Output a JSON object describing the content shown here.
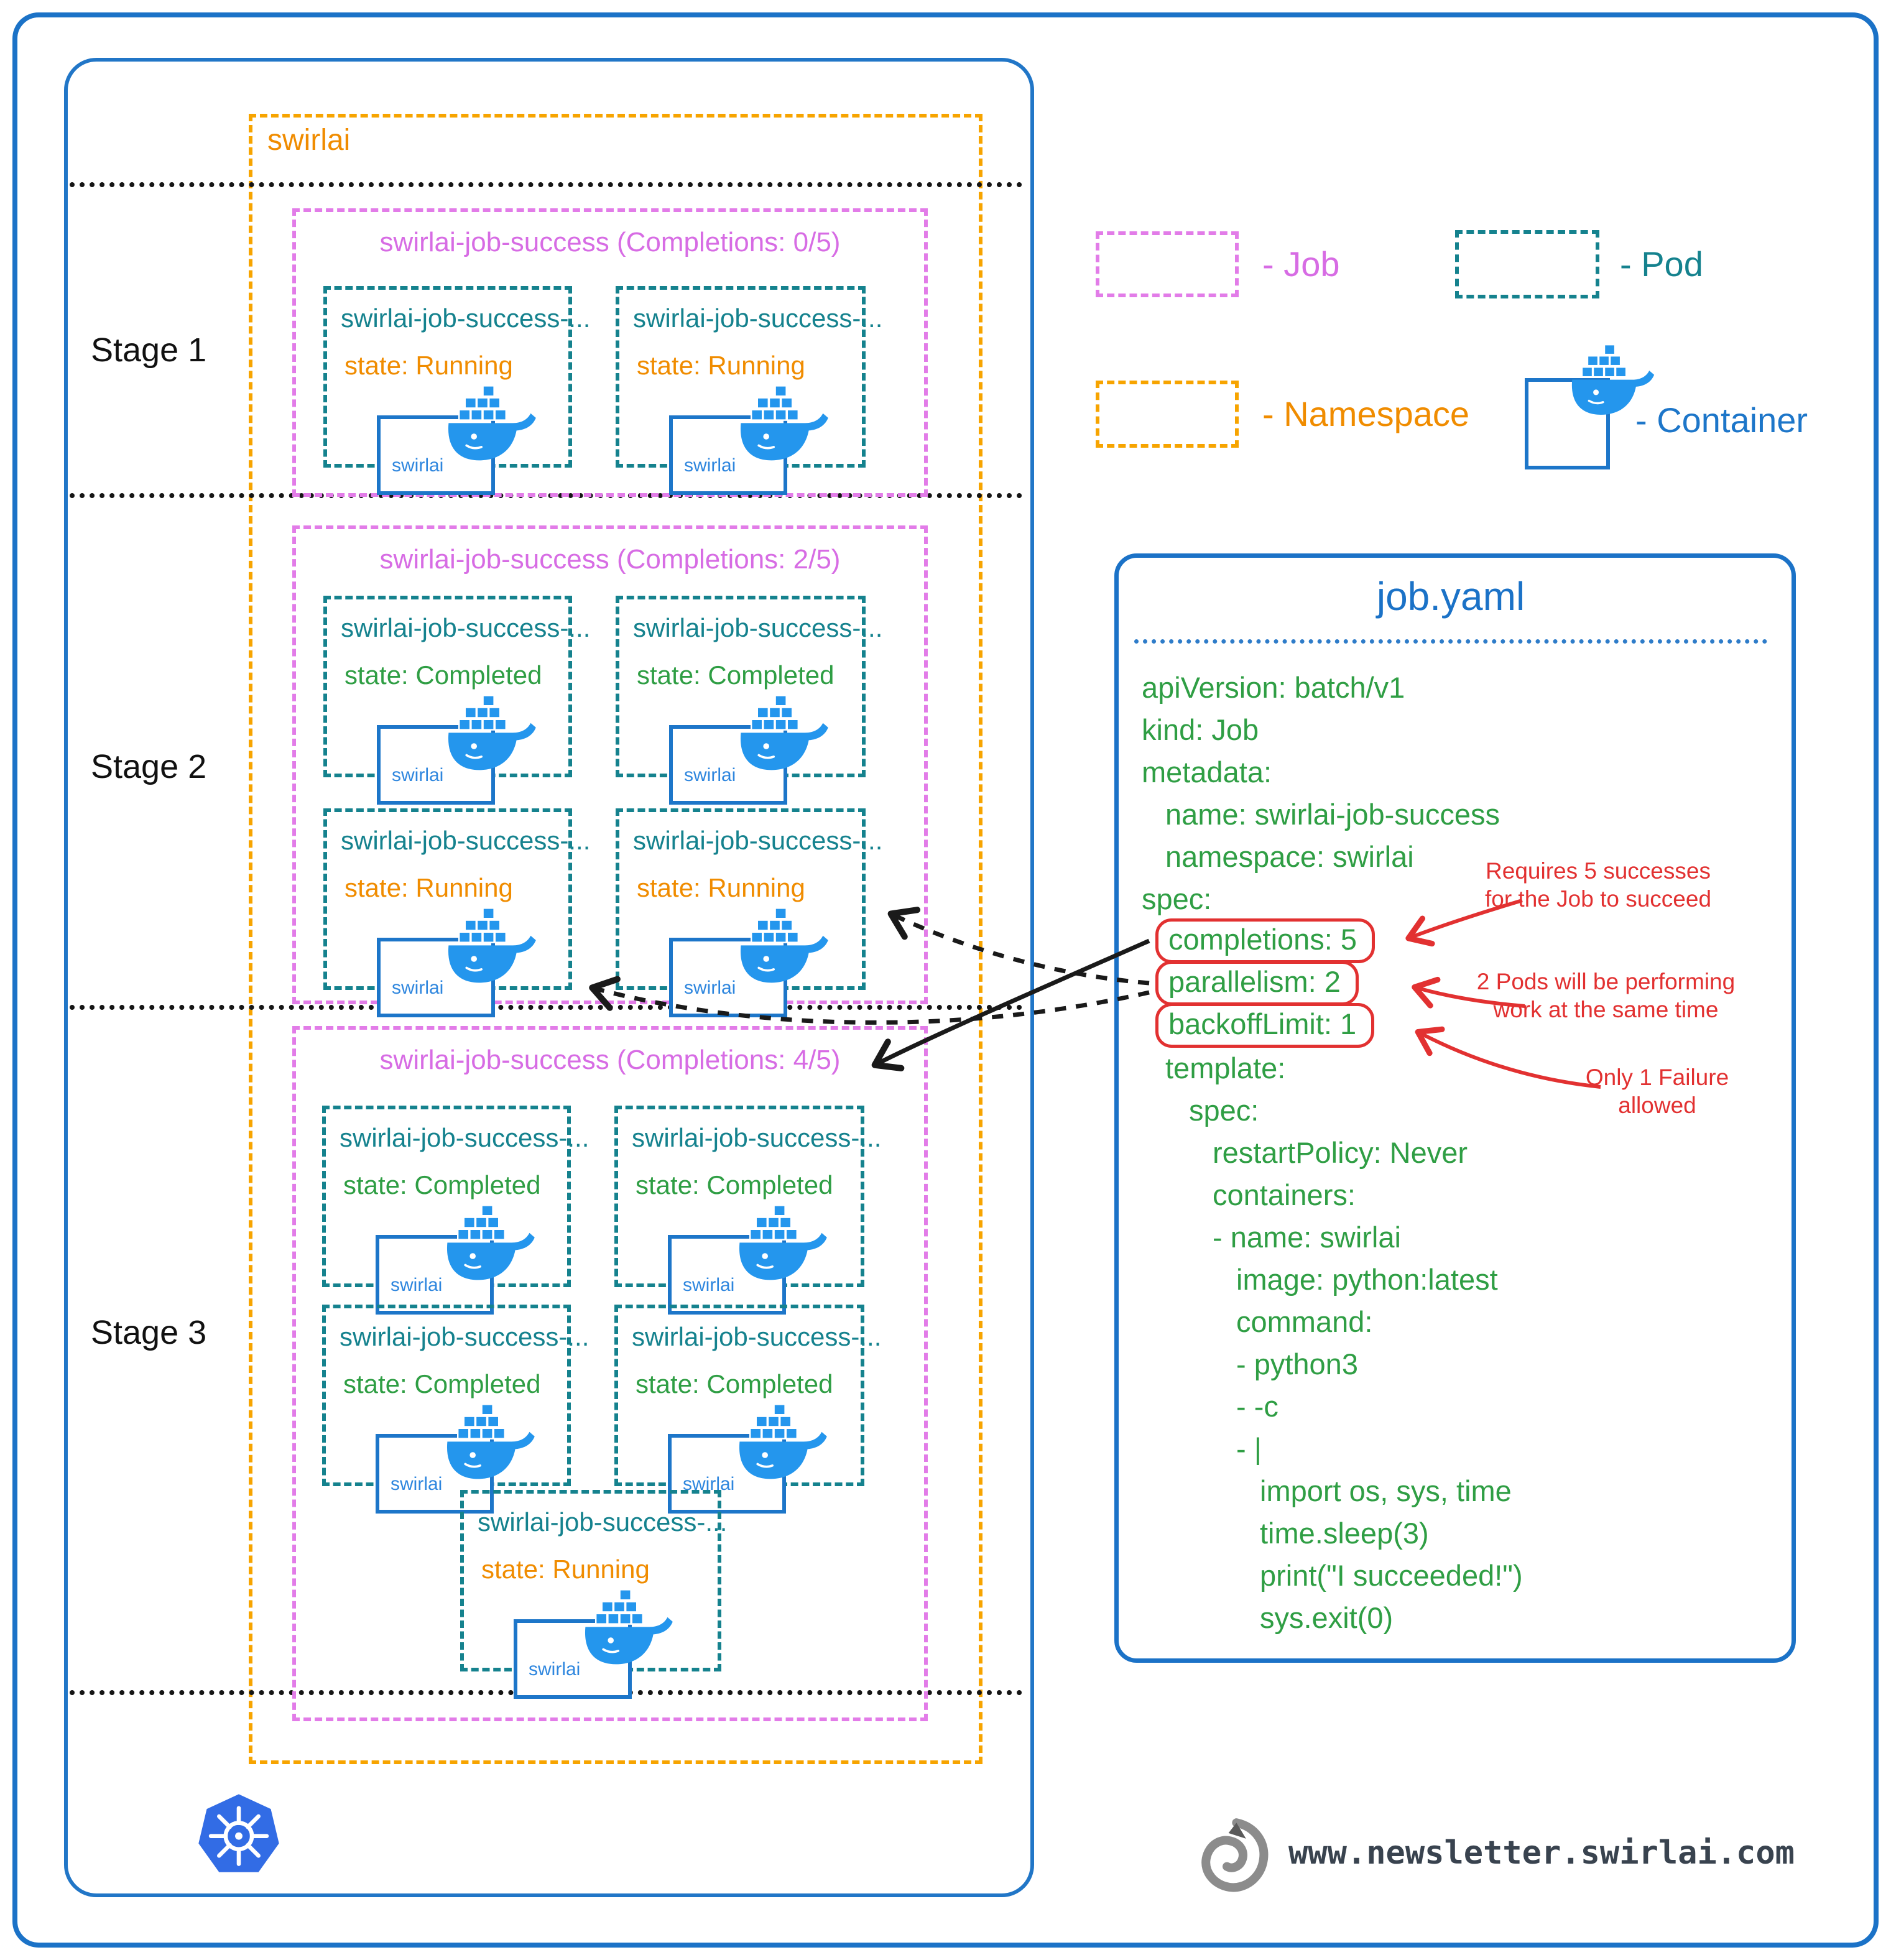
{
  "diagram": {
    "namespace_label": "swirlai",
    "state_prefix": "state:",
    "container_label": "swirlai",
    "stages": [
      {
        "label": "Stage 1",
        "job_title": "swirlai-job-success (Completions: 0/5)",
        "pods": [
          {
            "name": "swirlai-job-success-...",
            "state": "Running"
          },
          {
            "name": "swirlai-job-success-...",
            "state": "Running"
          }
        ]
      },
      {
        "label": "Stage 2",
        "job_title": "swirlai-job-success (Completions: 2/5)",
        "pods": [
          {
            "name": "swirlai-job-success-...",
            "state": "Completed"
          },
          {
            "name": "swirlai-job-success-...",
            "state": "Completed"
          },
          {
            "name": "swirlai-job-success-...",
            "state": "Running"
          },
          {
            "name": "swirlai-job-success-...",
            "state": "Running"
          }
        ]
      },
      {
        "label": "Stage 3",
        "job_title": "swirlai-job-success (Completions: 4/5)",
        "pods": [
          {
            "name": "swirlai-job-success-...",
            "state": "Completed"
          },
          {
            "name": "swirlai-job-success-...",
            "state": "Completed"
          },
          {
            "name": "swirlai-job-success-...",
            "state": "Completed"
          },
          {
            "name": "swirlai-job-success-...",
            "state": "Completed"
          },
          {
            "name": "swirlai-job-success-...",
            "state": "Running"
          }
        ]
      }
    ]
  },
  "legend": {
    "job": "- Job",
    "pod": "- Pod",
    "namespace": "- Namespace",
    "container": "- Container"
  },
  "yaml_panel": {
    "title": "job.yaml",
    "lines": [
      {
        "text": "apiVersion: batch/v1",
        "indent": 0,
        "boxed": false
      },
      {
        "text": "kind: Job",
        "indent": 0,
        "boxed": false
      },
      {
        "text": "metadata:",
        "indent": 0,
        "boxed": false
      },
      {
        "text": "name: swirlai-job-success",
        "indent": 1,
        "boxed": false
      },
      {
        "text": "namespace: swirlai",
        "indent": 1,
        "boxed": false
      },
      {
        "text": "spec:",
        "indent": 0,
        "boxed": false
      },
      {
        "text": "completions: 5",
        "indent": 1,
        "boxed": true
      },
      {
        "text": "parallelism: 2",
        "indent": 1,
        "boxed": true
      },
      {
        "text": "backoffLimit: 1",
        "indent": 1,
        "boxed": true
      },
      {
        "text": "template:",
        "indent": 1,
        "boxed": false
      },
      {
        "text": "spec:",
        "indent": 2,
        "boxed": false
      },
      {
        "text": "restartPolicy: Never",
        "indent": 3,
        "boxed": false
      },
      {
        "text": "containers:",
        "indent": 3,
        "boxed": false
      },
      {
        "text": "- name: swirlai",
        "indent": 3,
        "boxed": false
      },
      {
        "text": "image: python:latest",
        "indent": 4,
        "boxed": false
      },
      {
        "text": "command:",
        "indent": 4,
        "boxed": false
      },
      {
        "text": "- python3",
        "indent": 4,
        "boxed": false
      },
      {
        "text": "- -c",
        "indent": 4,
        "boxed": false
      },
      {
        "text": "- |",
        "indent": 4,
        "boxed": false
      },
      {
        "text": "import os, sys, time",
        "indent": 5,
        "boxed": false
      },
      {
        "text": "time.sleep(3)",
        "indent": 5,
        "boxed": false
      },
      {
        "text": "print(\"I succeeded!\")",
        "indent": 5,
        "boxed": false
      },
      {
        "text": "sys.exit(0)",
        "indent": 5,
        "boxed": false
      }
    ],
    "annotations": [
      {
        "line1": "Requires 5 successes",
        "line2": "for the Job to succeed"
      },
      {
        "line1": "2 Pods will be performing",
        "line2": "work at the same time"
      },
      {
        "line1": "Only 1 Failure",
        "line2": "allowed"
      }
    ]
  },
  "footer": {
    "url": "www.newsletter.swirlai.com"
  },
  "colors": {
    "frame_blue": "#1b72c7",
    "job_magenta": "#e27ce8",
    "pod_teal": "#15828e",
    "namespace_orange": "#f7a400",
    "running_orange": "#f08c00",
    "completed_green": "#2f9e44",
    "yaml_green": "#2f9e44",
    "annotation_red": "#e23131",
    "docker_blue": "#2496ed",
    "k8s_blue": "#326ce5"
  }
}
